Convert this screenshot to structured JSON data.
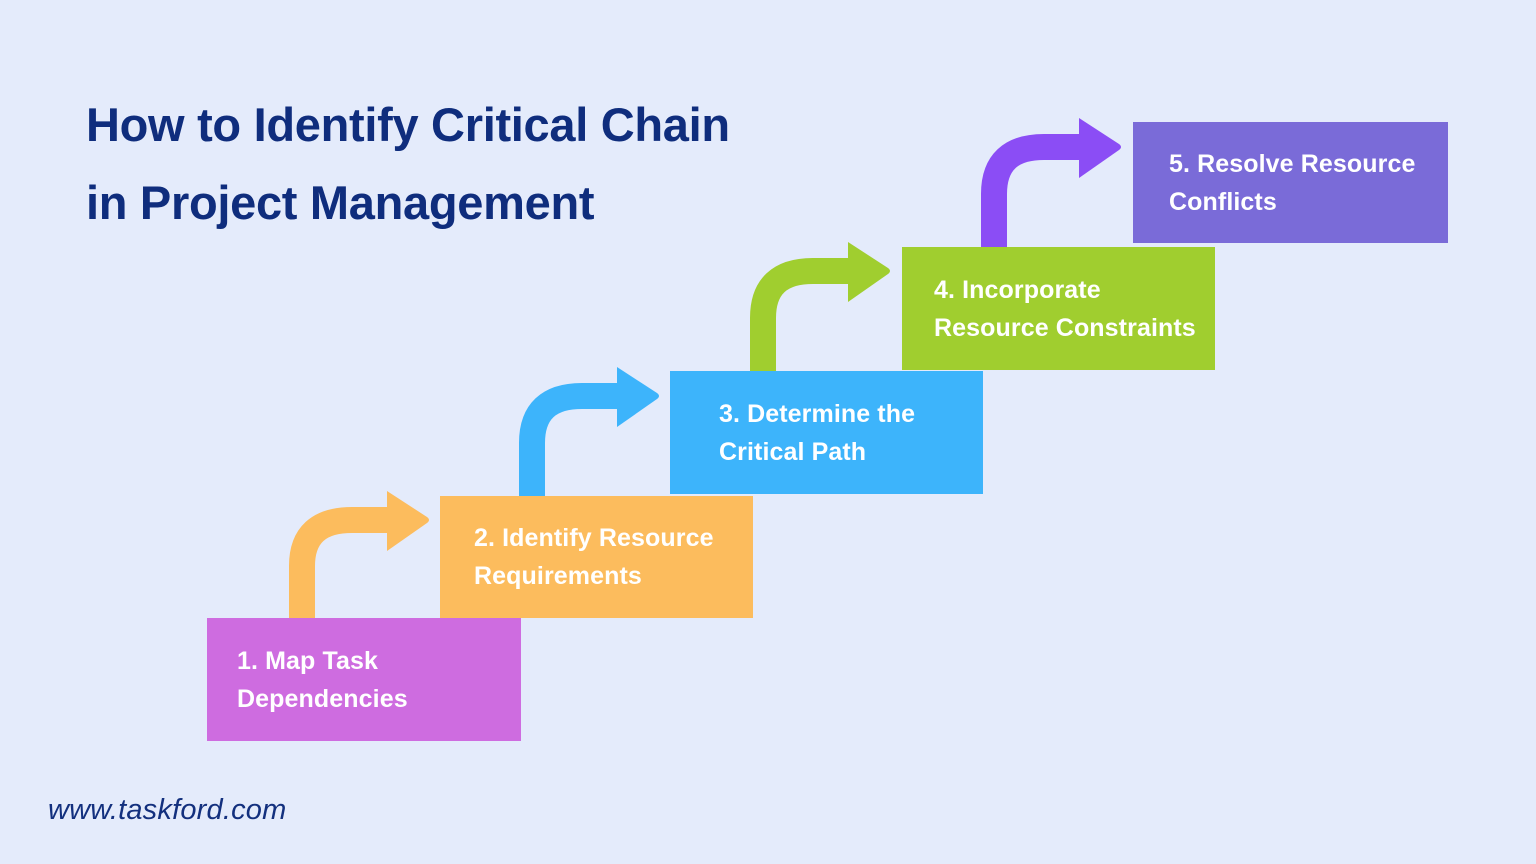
{
  "page": {
    "title": "How to Identify Critical Chain in Project Management",
    "footer_url": "www.taskford.com",
    "background_color": "#e4ebfb",
    "title_color": "#0f2d7d"
  },
  "steps": [
    {
      "number": "1",
      "label": "1. Map Task Dependencies",
      "color": "#ce6ce0",
      "text_color": "#ffffff"
    },
    {
      "number": "2",
      "label": "2. Identify Resource Requirements",
      "color": "#fcbc5d",
      "text_color": "#ffffff"
    },
    {
      "number": "3",
      "label": "3. Determine the Critical Path",
      "color": "#3db4fb",
      "text_color": "#ffffff"
    },
    {
      "number": "4",
      "label": "4. Incorporate Resource Constraints",
      "color": "#a0ce2f",
      "text_color": "#ffffff"
    },
    {
      "number": "5",
      "label": "5. Resolve Resource Conflicts",
      "color": "#7a6bd8",
      "text_color": "#ffffff"
    }
  ],
  "arrows": [
    {
      "from_step": "1",
      "to_step": "2",
      "color": "#fcbc5d"
    },
    {
      "from_step": "2",
      "to_step": "3",
      "color": "#3db4fb"
    },
    {
      "from_step": "3",
      "to_step": "4",
      "color": "#a0ce2f"
    },
    {
      "from_step": "4",
      "to_step": "5",
      "color": "#8b4df5"
    }
  ]
}
